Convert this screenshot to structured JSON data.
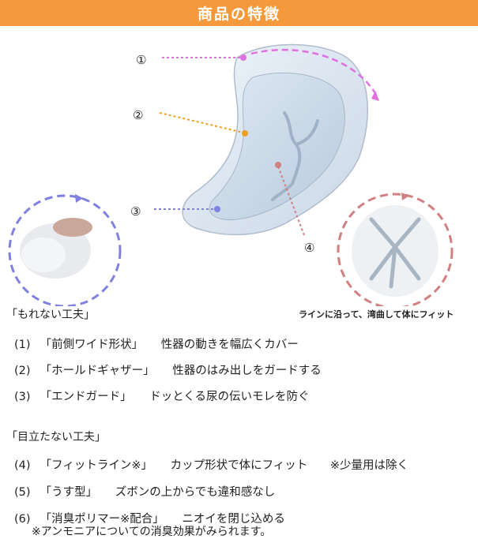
{
  "header": {
    "title": "商品の特徴"
  },
  "callouts": [
    "①",
    "②",
    "③",
    "④"
  ],
  "caption_right": "ラインに沿って、湾曲して体にフィット",
  "section1": {
    "title": "「もれない工夫」",
    "items": [
      {
        "id": "(1)",
        "name": "「前側ワイド形状」",
        "desc": "性器の動きを幅広くカバー"
      },
      {
        "id": "(2)",
        "name": "「ホールドギャザー」",
        "desc": "性器のはみ出しをガードする"
      },
      {
        "id": "(3)",
        "name": "「エンドガード」",
        "desc": "ドッとくる尿の伝いモレを防ぐ"
      }
    ]
  },
  "section2": {
    "title": "「目立たない工夫」",
    "items": [
      {
        "id": "(4)",
        "name": "「フィットライン※」",
        "desc": "カップ形状で体にフィット",
        "note": "※少量用は除く"
      },
      {
        "id": "(5)",
        "name": "「うす型」",
        "desc": "ズボンの上からでも違和感なし"
      },
      {
        "id": "(6)",
        "name": "「消臭ポリマー※配合」",
        "desc": "ニオイを閉じ込める"
      }
    ],
    "footnote": "※アンモニアについての消臭効果がみられます。"
  },
  "colors": {
    "header": "#f59a3c",
    "callout1": "#e070e0",
    "callout2": "#f0a020",
    "callout3": "#8080e0",
    "callout4": "#d08080"
  }
}
